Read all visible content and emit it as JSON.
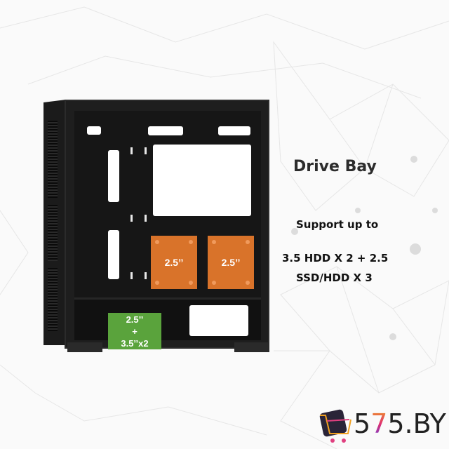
{
  "heading": {
    "title": "Drive Bay"
  },
  "description": {
    "line1": "Support up to",
    "line2": "3.5 HDD X 2 + 2.5",
    "line3": "SSD/HDD X 3"
  },
  "bays": [
    {
      "label": "2.5’’",
      "color": "#d9732a"
    },
    {
      "label": "2.5’’",
      "color": "#d9732a"
    },
    {
      "label_top": "2.5’’",
      "label_mid": "+",
      "label_bottom": "3.5’’x2",
      "color": "#5aa33c"
    }
  ],
  "logo": {
    "prefix": "5",
    "accent": "7",
    "suffix": "5.BY",
    "icon": "shopping-cart-icon"
  },
  "colors": {
    "case": "#1e1e1e",
    "orange_bay": "#d9732a",
    "green_bay": "#5aa33c",
    "background": "#fafafa"
  }
}
